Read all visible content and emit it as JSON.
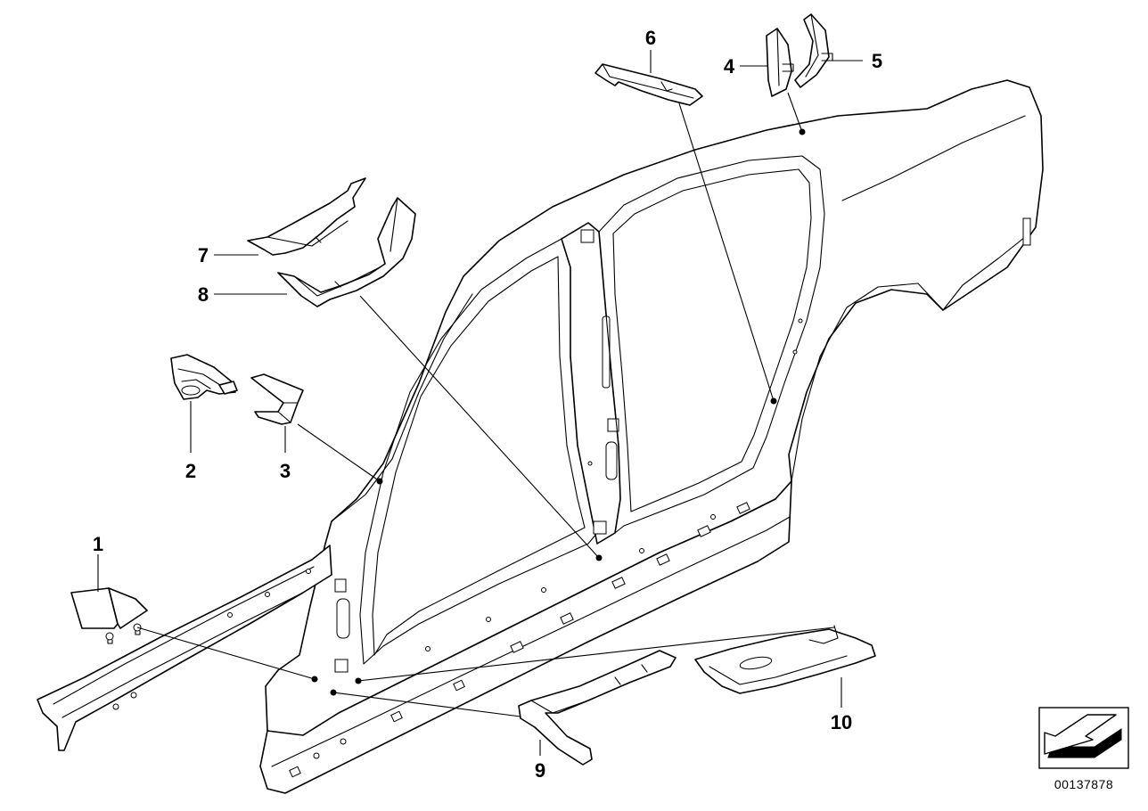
{
  "diagram": {
    "document_number": "00137878",
    "callouts": [
      {
        "id": "callout-1",
        "label": "1"
      },
      {
        "id": "callout-2",
        "label": "2"
      },
      {
        "id": "callout-3",
        "label": "3"
      },
      {
        "id": "callout-4",
        "label": "4"
      },
      {
        "id": "callout-5",
        "label": "5"
      },
      {
        "id": "callout-6",
        "label": "6"
      },
      {
        "id": "callout-7",
        "label": "7"
      },
      {
        "id": "callout-8",
        "label": "8"
      },
      {
        "id": "callout-9",
        "label": "9"
      },
      {
        "id": "callout-10",
        "label": "10"
      }
    ],
    "icons": {
      "navigation_arrow": "direction-arrow-icon"
    },
    "colors": {
      "line": "#000000",
      "background": "#ffffff"
    }
  }
}
